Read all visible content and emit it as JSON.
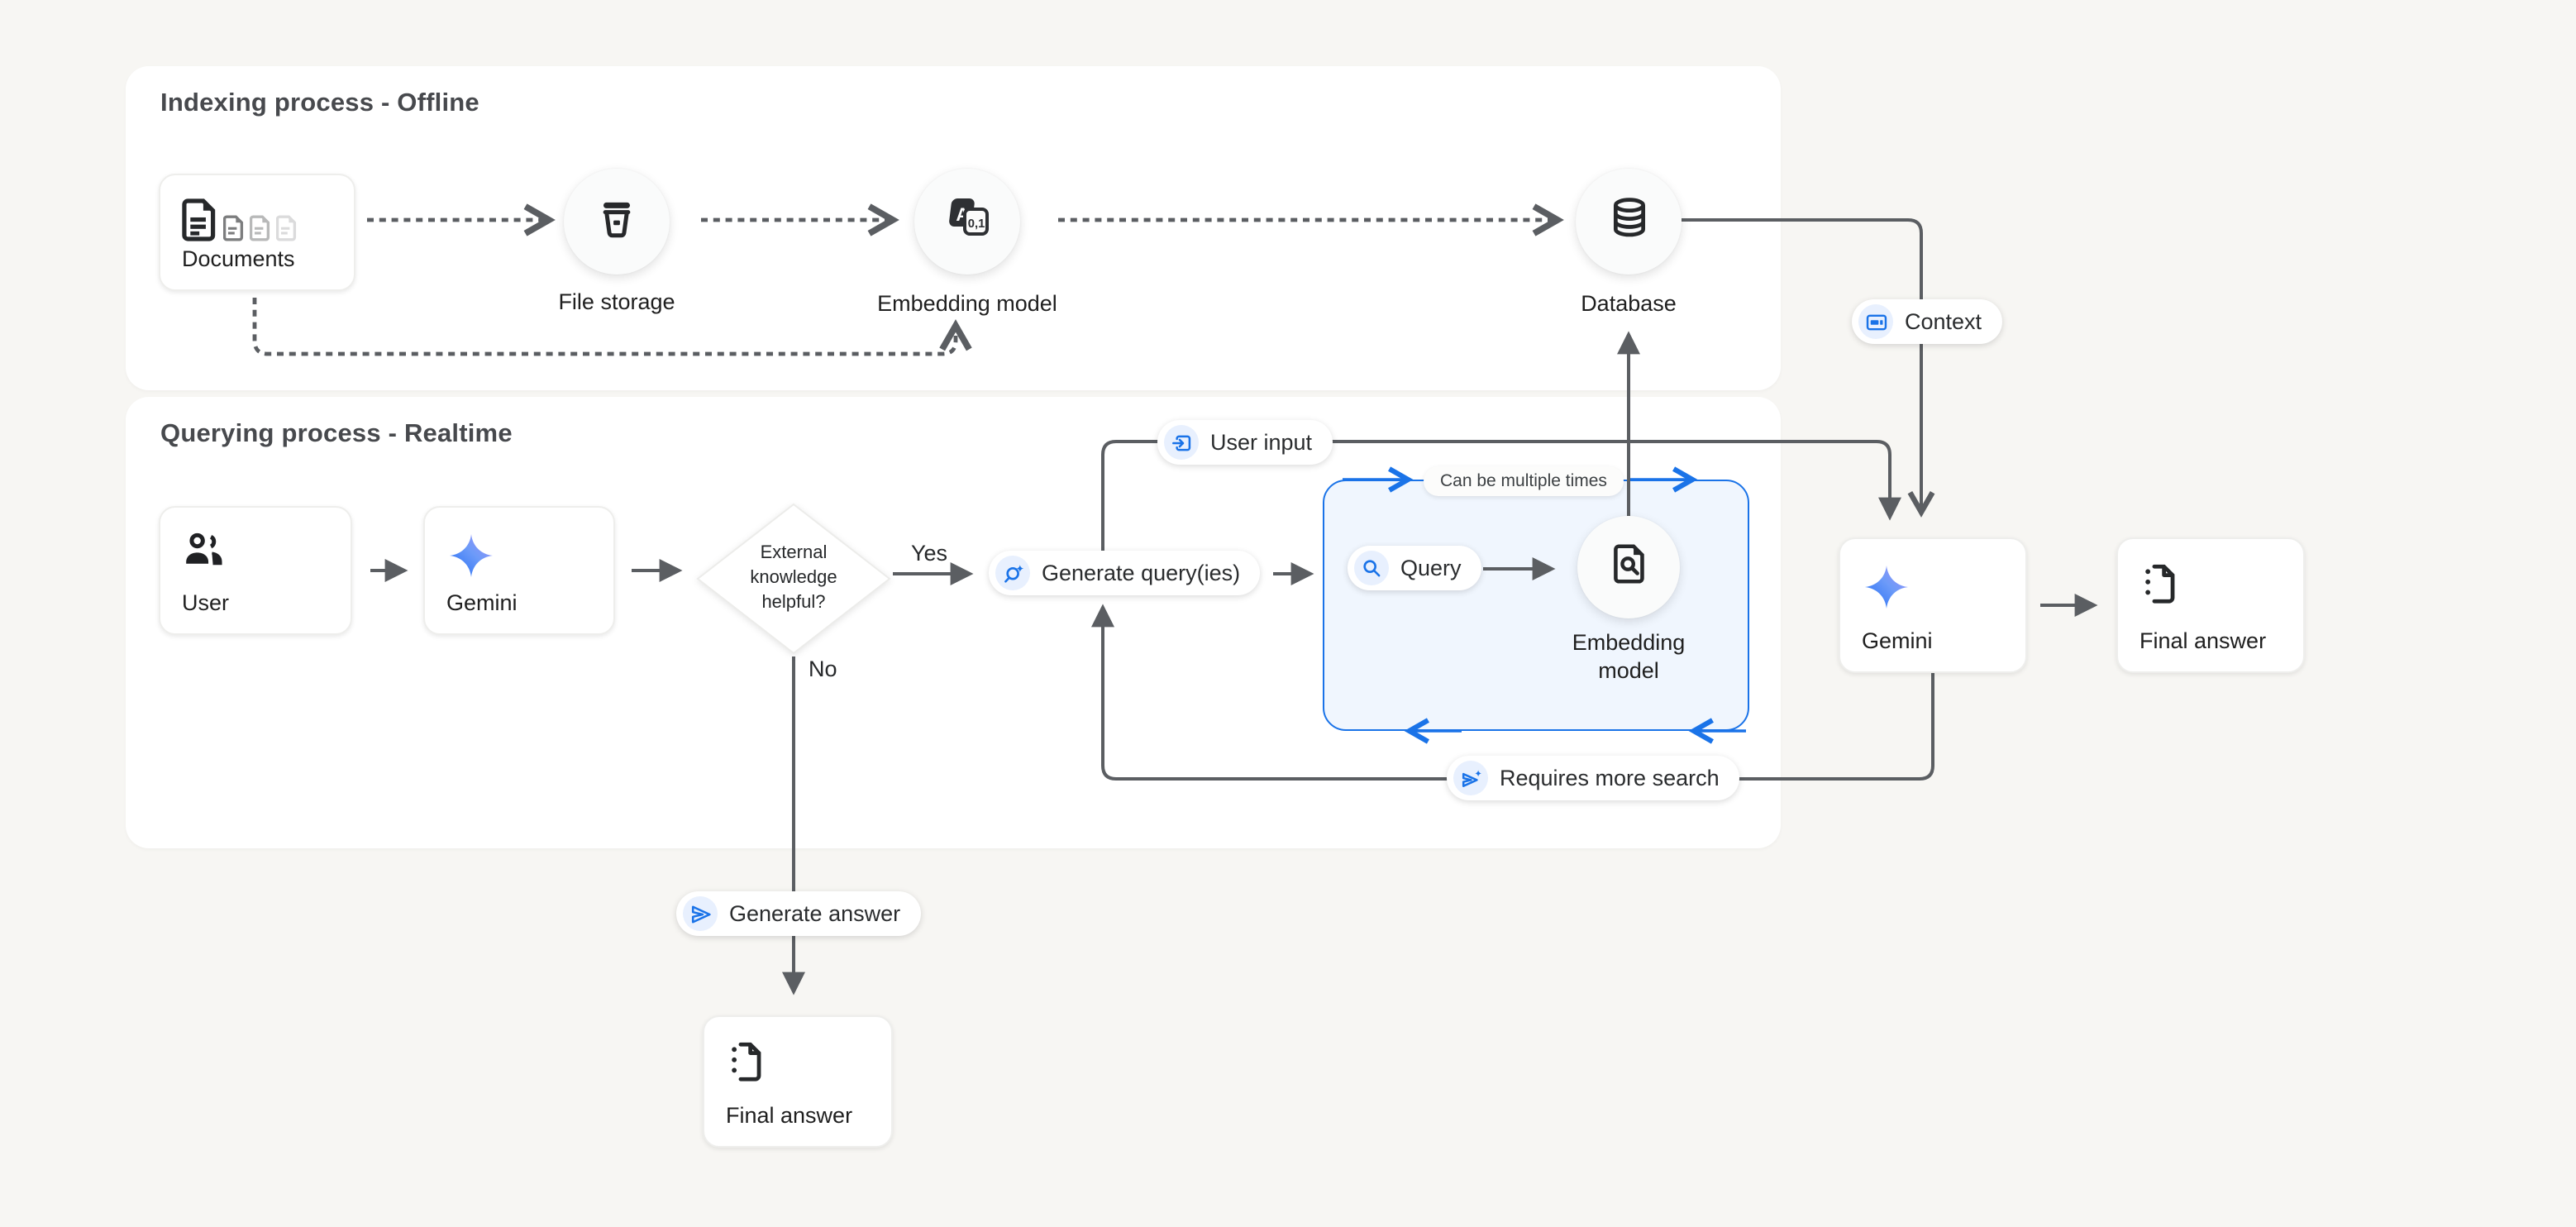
{
  "colors": {
    "page_bg": "#f7f6f3",
    "panel_bg": "#ffffff",
    "accent_blue": "#1a73e8",
    "icon_chip_bg": "#e8f0fe",
    "line_gray": "#5b5e62",
    "box_fill": "#f0f6fe",
    "text_dark": "#1f1f1f",
    "title_gray": "#47494d"
  },
  "indexing_panel": {
    "title": "Indexing process - Offline",
    "documents_label": "Documents",
    "file_storage_label": "File storage",
    "embedding_model_label": "Embedding model",
    "database_label": "Database"
  },
  "querying_panel": {
    "title": "Querying process - Realtime",
    "user_label": "User",
    "gemini_label": "Gemini",
    "decision_label": "External knowledge helpful?",
    "yes_label": "Yes",
    "no_label": "No",
    "generate_queries_label": "Generate query(ies)",
    "query_label": "Query",
    "loop_note_label": "Can be multiple times",
    "embedding_model_label": "Embedding model",
    "requires_more_search_label": "Requires more search",
    "generate_answer_label": "Generate answer",
    "final_answer_label": "Final answer"
  },
  "right_flow": {
    "context_label": "Context",
    "user_input_label": "User input",
    "gemini_label": "Gemini",
    "final_answer_label": "Final answer"
  }
}
